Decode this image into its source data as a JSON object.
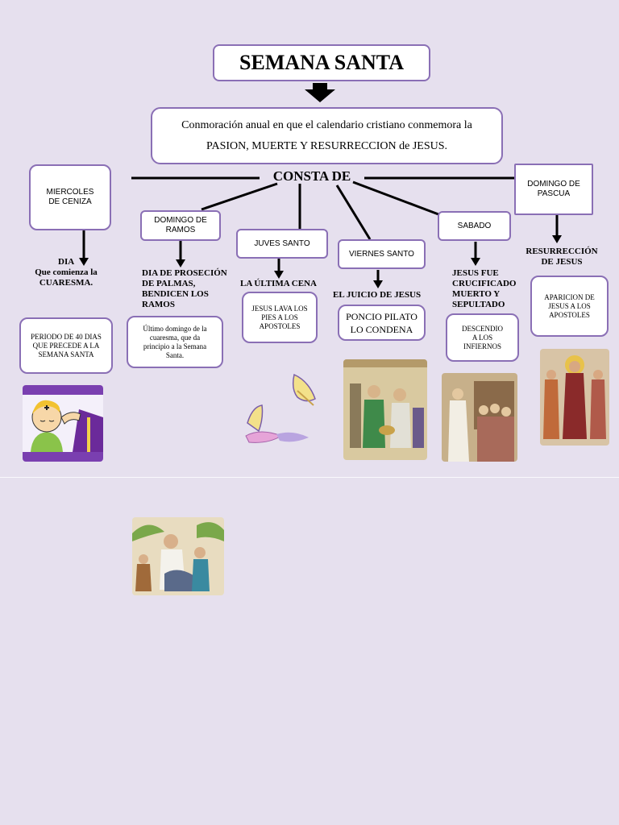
{
  "title": "SEMANA SANTA",
  "definition": {
    "line1": "Conmoración anual en que el calendario cristiano conmemora la",
    "line2": "PASION, MUERTE Y RESURRECCION de JESUS."
  },
  "consta_de": "CONSTA DE",
  "miercoles": {
    "title": "MIERCOLES DE CENIZA",
    "desc_1": "DIA",
    "desc_2": "Que comienza la CUARESMA.",
    "box": "PERIODO DE 40 DIAS QUE PRECEDE A LA SEMANA SANTA"
  },
  "domingo_ramos": {
    "title": "DOMINGO DE RAMOS",
    "desc": "DIA DE PROSECIÓN DE PALMAS, BENDICEN LOS RAMOS",
    "box": "Último domingo de la cuaresma, que da principio a la Semana Santa."
  },
  "jueves": {
    "title": "JUVES SANTO",
    "desc": "LA ÚLTIMA CENA",
    "box": "JESUS LAVA LOS PIES A LOS APOSTOLES"
  },
  "viernes": {
    "title": "VIERNES SANTO",
    "desc": "EL JUICIO DE JESUS",
    "box": "PONCIO PILATO LO CONDENA"
  },
  "sabado": {
    "title": "SABADO",
    "desc": "JESUS FUE CRUCIFICADO MUERTO Y SEPULTADO",
    "box": "DESCENDIO A LOS INFIERNOS"
  },
  "domingo_pascua": {
    "title": "DOMINGO DE PASCUA",
    "desc": "RESURRECCIÓN DE JESUS",
    "box": "APARICION DE JESUS A LOS APOSTOLES"
  },
  "colors": {
    "border": "#8a6fb5",
    "background": "#e6e0ee"
  }
}
